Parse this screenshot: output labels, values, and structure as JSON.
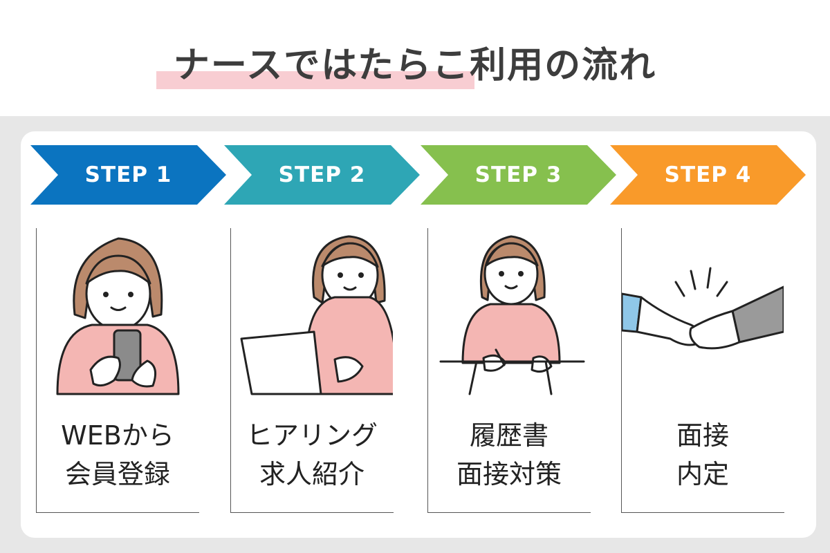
{
  "title": "ナースではたらこ利用の流れ",
  "colors": {
    "step1": "#0b74c0",
    "step2": "#2ea6b5",
    "step3": "#86c04e",
    "step4": "#f99a2a",
    "title_highlight": "#f8cdd2"
  },
  "steps": [
    {
      "label": "STEP 1",
      "line1": "WEBから",
      "line2": "会員登録",
      "illustration": "woman-with-smartphone"
    },
    {
      "label": "STEP 2",
      "line1": "ヒアリング",
      "line2": "求人紹介",
      "illustration": "woman-at-laptop"
    },
    {
      "label": "STEP 3",
      "line1": "履歴書",
      "line2": "面接対策",
      "illustration": "woman-writing-at-desk"
    },
    {
      "label": "STEP 4",
      "line1": "面接",
      "line2": "内定",
      "illustration": "handshake"
    }
  ]
}
